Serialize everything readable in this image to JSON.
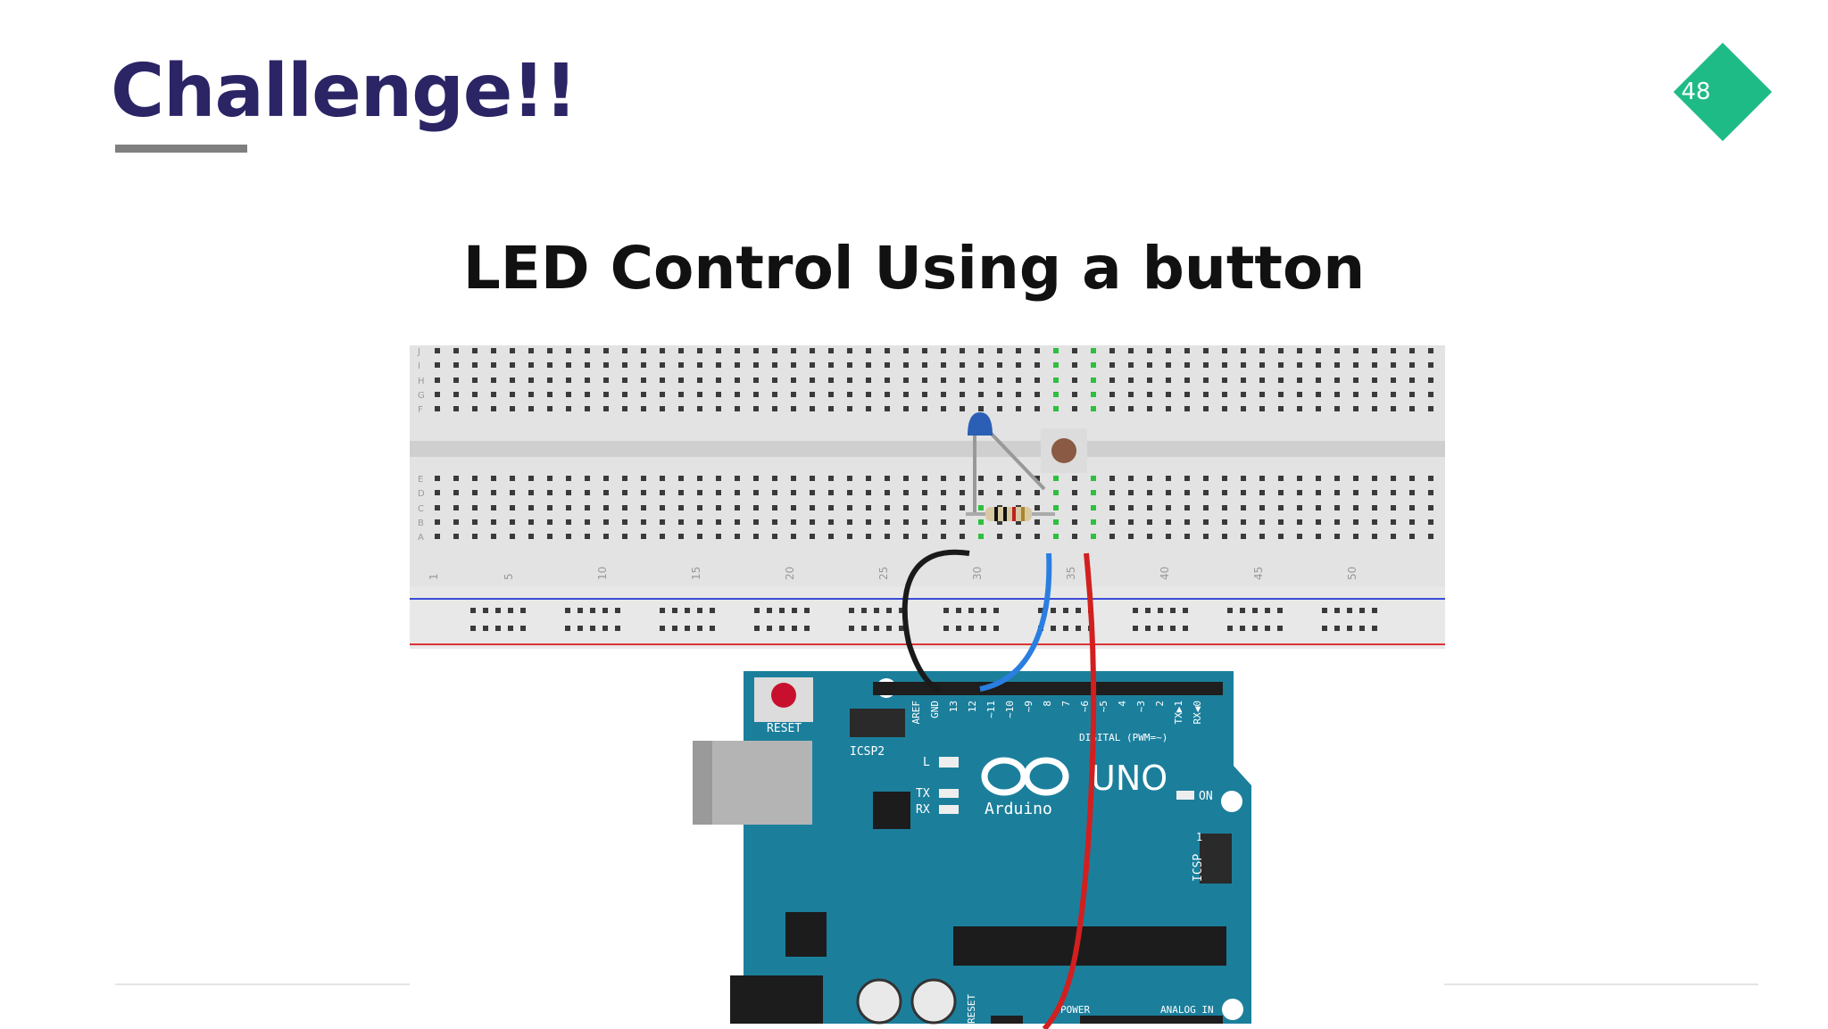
{
  "slide": {
    "title": "Challenge!!",
    "page_number": "48",
    "subtitle": "LED Control Using a button",
    "accent_color": "#1fbb86",
    "title_color": "#2b2566"
  },
  "breadboard": {
    "row_letters": [
      "J",
      "I",
      "H",
      "G",
      "F",
      "E",
      "D",
      "C",
      "B",
      "A"
    ],
    "column_numbers": [
      "1",
      "5",
      "10",
      "15",
      "20",
      "25",
      "30",
      "35",
      "40",
      "45",
      "50"
    ]
  },
  "board": {
    "reset_label": "RESET",
    "icsp2_label": "ICSP2",
    "icsp_label": "ICSP",
    "header_pins": [
      "AREF",
      "GND",
      "13",
      "12",
      "~11",
      "~10",
      "~9",
      "8",
      "7",
      "~6",
      "~5",
      "4",
      "~3",
      "2",
      "TX▶1",
      "RX◀0"
    ],
    "digital_label": "DIGITAL (PWM=~)",
    "l_label": "L",
    "tx_label": "TX",
    "rx_label": "RX",
    "on_label": "ON",
    "uno_label": "UNO",
    "brand_label": "Arduino",
    "icsp_pin1_label": "1",
    "power_label": "POWER",
    "analog_label": "ANALOG IN",
    "bottom_left_label": "RESET",
    "board_color": "#1b7f9c"
  },
  "wires": [
    {
      "name": "black-wire",
      "color": "#1a1a1a"
    },
    {
      "name": "blue-wire",
      "color": "#2a7ee0"
    },
    {
      "name": "red-wire",
      "color": "#d21f1f"
    }
  ]
}
